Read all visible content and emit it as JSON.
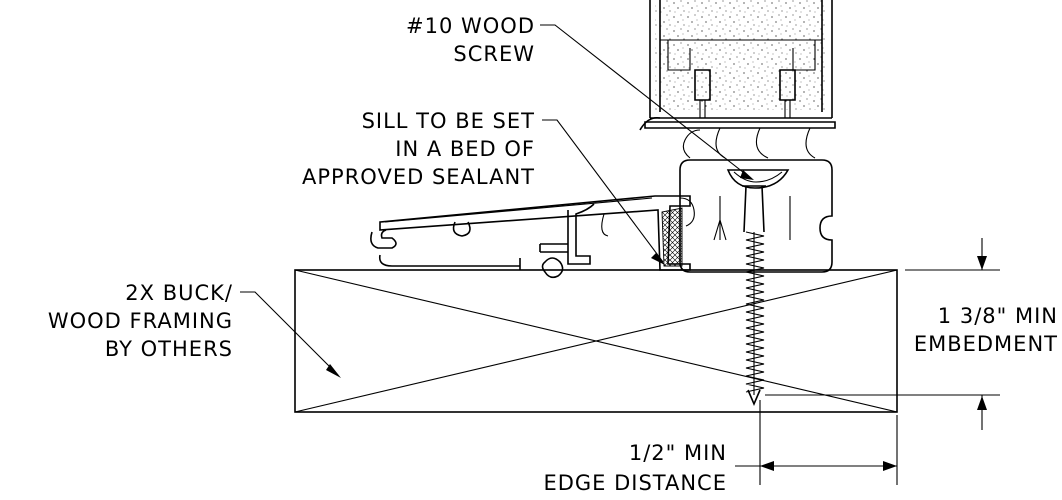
{
  "labels": {
    "screw_line1": "#10 WOOD",
    "screw_line2": "SCREW",
    "sill_line1": "SILL TO BE SET",
    "sill_line2": "IN A BED OF",
    "sill_line3": "APPROVED SEALANT",
    "buck_line1": "2X BUCK/",
    "buck_line2": "WOOD FRAMING",
    "buck_line3": "BY OTHERS",
    "embed_line1": "1 3/8\" MIN",
    "embed_line2": "EMBEDMENT",
    "edge_line1": "1/2\" MIN",
    "edge_line2": "EDGE DISTANCE"
  }
}
